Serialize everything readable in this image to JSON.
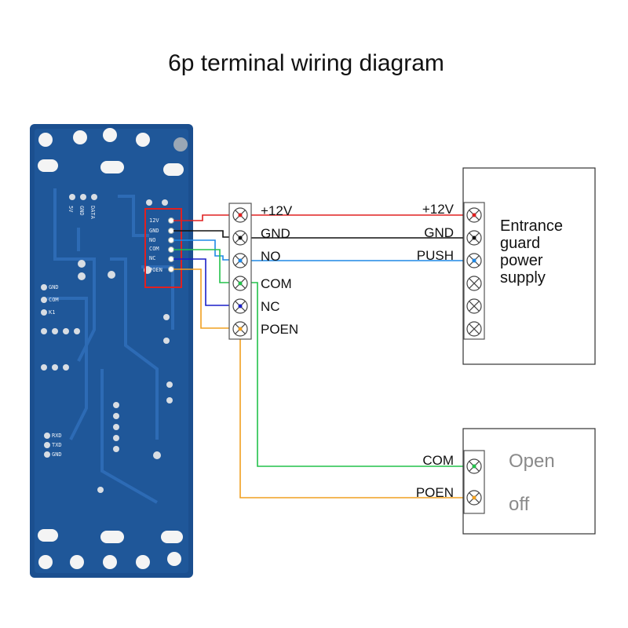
{
  "title": "6p terminal wiring diagram",
  "pcb": {
    "silk_top": [
      "5V",
      "GND",
      "DATA"
    ],
    "silk_terminal": [
      "12V",
      "GND",
      "NO",
      "COM",
      "NC",
      "POEN"
    ],
    "silk_left": [
      "GND",
      "COM",
      "K1"
    ],
    "silk_bottom": [
      "RXD",
      "TXD",
      "GND"
    ]
  },
  "terminal_6p": {
    "labels": [
      "+12V",
      "GND",
      "NO",
      "COM",
      "NC",
      "POEN"
    ]
  },
  "power_supply": {
    "title_lines": [
      "Entrance",
      "guard",
      "power",
      "supply"
    ],
    "labels": [
      "+12V",
      "GND",
      "PUSH"
    ]
  },
  "switch_box": {
    "title_lines": [
      "Open",
      "off"
    ],
    "labels": [
      "COM",
      "POEN"
    ]
  },
  "colors": {
    "red": "#e02020",
    "black": "#111111",
    "blue": "#1e88e5",
    "green": "#22c24a",
    "navy": "#1a1fc8",
    "orange": "#f0a020",
    "pcb": "#1b4f8f",
    "highlight": "#e02020"
  }
}
